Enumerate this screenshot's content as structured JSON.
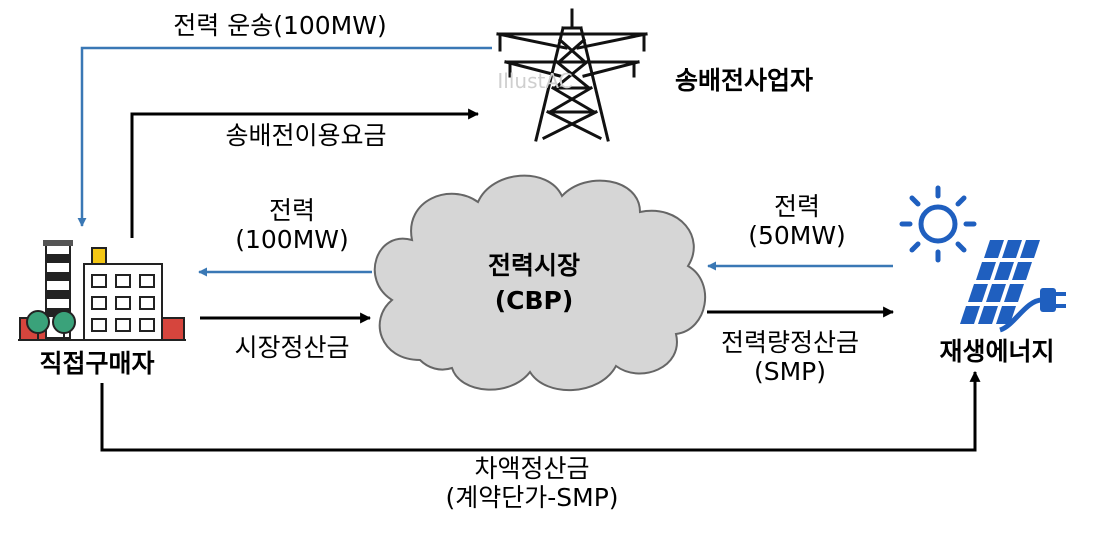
{
  "nodes": {
    "tso": "송배전사업자",
    "market_line1": "전력시장",
    "market_line2": "(CBP)",
    "buyer": "직접구매자",
    "renewable": "재생에너지"
  },
  "flows": {
    "transmission": "전력 운송(100MW)",
    "network_fee": "송배전이용요금",
    "power_to_buyer_1": "전력",
    "power_to_buyer_2": "(100MW)",
    "market_settlement": "시장정산금",
    "power_from_re_1": "전력",
    "power_from_re_2": "(50MW)",
    "energy_settlement_1": "전력량정산금",
    "energy_settlement_2": "(SMP)",
    "diff_settlement_1": "차액정산금",
    "diff_settlement_2": "(계약단가-SMP)"
  },
  "watermark": "IllustAC",
  "colors": {
    "power_arrow": "#3a78b5",
    "money_arrow": "#000000",
    "cloud": "#d6d6d6",
    "solar_blue": "#1f5fbf"
  }
}
